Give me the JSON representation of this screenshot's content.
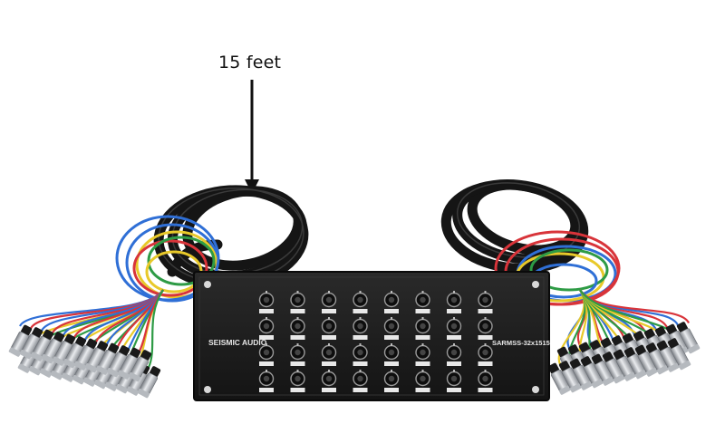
{
  "annotation": {
    "length_label": "15 feet"
  },
  "panel": {
    "brand_label": "SEISMIC AUDIO",
    "model_label": "SARMSS-32x1515",
    "columns": 8,
    "rows": 4
  },
  "colors": {
    "panel": "#1b1b1b",
    "cable": "#151515",
    "wire_blue": "#2f6fd6",
    "wire_red": "#d8343a",
    "wire_yellow": "#e8c92a",
    "wire_green": "#2e9b45",
    "connector": "#c9ccd0"
  }
}
